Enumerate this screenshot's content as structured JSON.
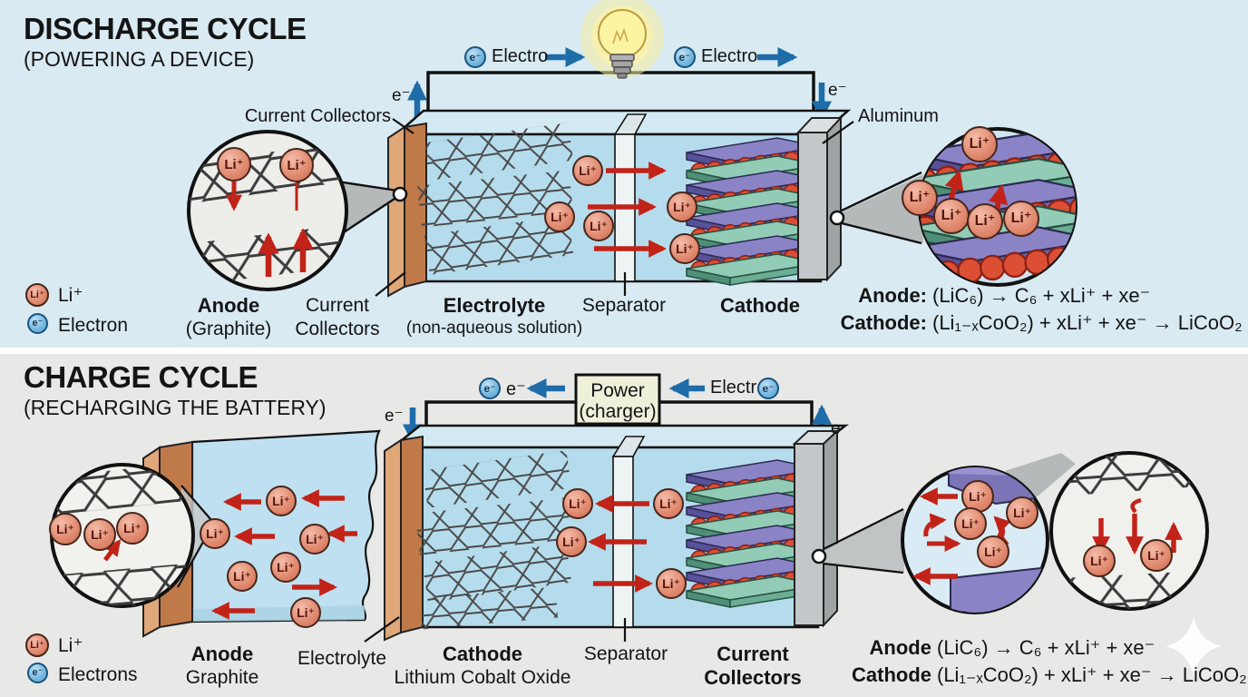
{
  "shared": {
    "li": "Li⁺",
    "e": "e⁻"
  },
  "discharge": {
    "title": "DISCHARGE CYCLE",
    "subtitle": "(POWERING A DEVICE)",
    "wire": {
      "left_flow": "Electro",
      "right_flow": "Electro"
    },
    "callouts": {
      "current_collectors": "Current Collectors",
      "aluminum": "Aluminum"
    },
    "legend": {
      "li": "Li⁺",
      "electron": "Electron"
    },
    "labels": {
      "anode": "Anode",
      "anode_sub": "(Graphite)",
      "current_1": "Current",
      "current_2": "Collectors",
      "electrolyte": "Electrolyte",
      "electrolyte_sub": "(non-aqueous solution)",
      "separator": "Separator",
      "cathode": "Cathode"
    },
    "equations": {
      "anode_label": "Anode:",
      "anode": "(LiC₆) → C₆ + xLi⁺ + xe⁻",
      "cathode_label": "Cathode:",
      "cathode": "(Li₁₋ₓCoO₂) + xLi⁺ + xe⁻ → LiCoO₂"
    }
  },
  "charge": {
    "title": "CHARGE CYCLE",
    "subtitle": "(RECHARGING THE BATTERY)",
    "power_box": {
      "line1": "Power",
      "line2": "(charger)"
    },
    "wire": {
      "left_flow": "e⁻",
      "right_flow": "Electr"
    },
    "legend": {
      "li": "Li⁺",
      "electron": "Electrons"
    },
    "labels": {
      "anode": "Anode",
      "anode_sub": "Graphite",
      "electrolyte": "Electrolyte",
      "cathode": "Cathode",
      "cathode_sub": "Lithium Cobalt Oxide",
      "separator": "Separator",
      "current_1": "Current",
      "current_2": "Collectors"
    },
    "equations": {
      "anode_label": "Anode",
      "anode": "(LiC₆) → C₆ + xLi⁺ + xe⁻",
      "cathode_label": "Cathode",
      "cathode": "(Li₁₋ₓCoO₂) + xLi⁺ + xe⁻ → LiCoO₂"
    }
  },
  "colors": {
    "discharge_bg": "#d9eaf2",
    "charge_bg": "#e8e8e6",
    "copper": "#c07a4a",
    "aluminum": "#c3c7c9",
    "cathode_purple": "#8a83c6",
    "cathode_teal": "#92ccb6",
    "ion": "#df8268",
    "electron": "#6fb3dc",
    "arrow_red": "#c22318",
    "arrow_blue": "#1e6ca8",
    "wire": "#111111"
  }
}
